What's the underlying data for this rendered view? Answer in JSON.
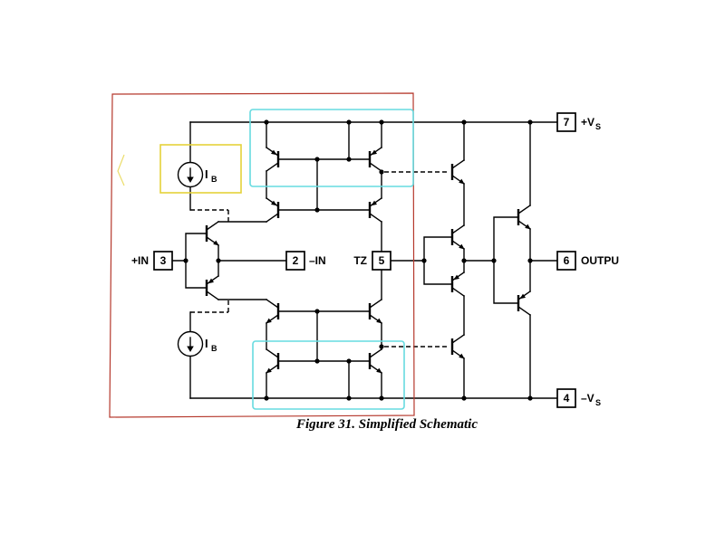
{
  "figure": {
    "caption": "Figure 31. Simplified Schematic"
  },
  "pins": [
    {
      "number": "3",
      "label": "+IN"
    },
    {
      "number": "2",
      "label": "–IN"
    },
    {
      "number": "5",
      "label": "TZ"
    },
    {
      "number": "6",
      "label": "OUTPU"
    },
    {
      "number": "7",
      "label": "+V",
      "sub": "S"
    },
    {
      "number": "4",
      "label": "–V",
      "sub": "S"
    }
  ],
  "bias": {
    "top": {
      "symbol": "I",
      "sub": "B"
    },
    "bottom": {
      "symbol": "I",
      "sub": "B"
    }
  },
  "colors": {
    "schematic": "#000000",
    "background": "#ffffff",
    "annotation_red": "#b5382c",
    "annotation_yellow": "#e4d23a",
    "annotation_cyan": "#67dbe0"
  }
}
